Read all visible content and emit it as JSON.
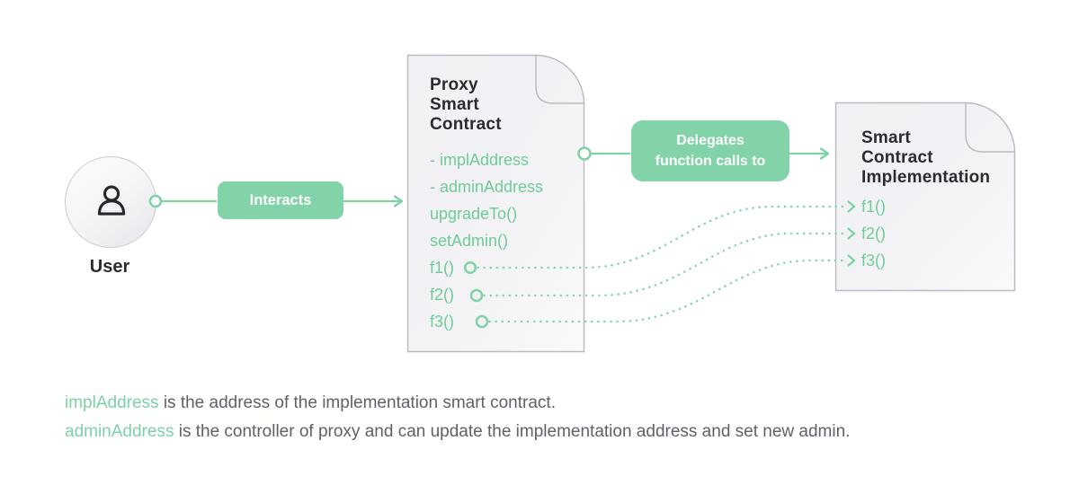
{
  "colors": {
    "accent_green": "#7fd2a4",
    "button_green": "#82d4a8",
    "text_green": "#6fcb97",
    "ink": "#2b2b31",
    "note_gray": "#60606a",
    "paper_border": "#b9b9c1"
  },
  "diagram": {
    "user": {
      "label": "User",
      "icon": "person-icon"
    },
    "interacts_pill": {
      "label": "Interacts"
    },
    "delegates_pill": {
      "label": "Delegates\nfunction calls to"
    },
    "proxy_contract": {
      "title": "Proxy\nSmart\nContract",
      "state_vars": [
        "- implAddress",
        "- adminAddress"
      ],
      "methods": [
        "upgradeTo()",
        "setAdmin()"
      ],
      "delegated_functions": [
        "f1()",
        "f2()",
        "f3()"
      ]
    },
    "implementation_contract": {
      "title": "Smart\nContract\nImplementation",
      "functions": [
        "f1()",
        "f2()",
        "f3()"
      ]
    }
  },
  "notes": [
    {
      "term": "implAddress",
      "text": " is the address of the implementation smart contract."
    },
    {
      "term": "adminAddress",
      "text": " is the controller of proxy and can update the implementation address and set new admin."
    }
  ]
}
